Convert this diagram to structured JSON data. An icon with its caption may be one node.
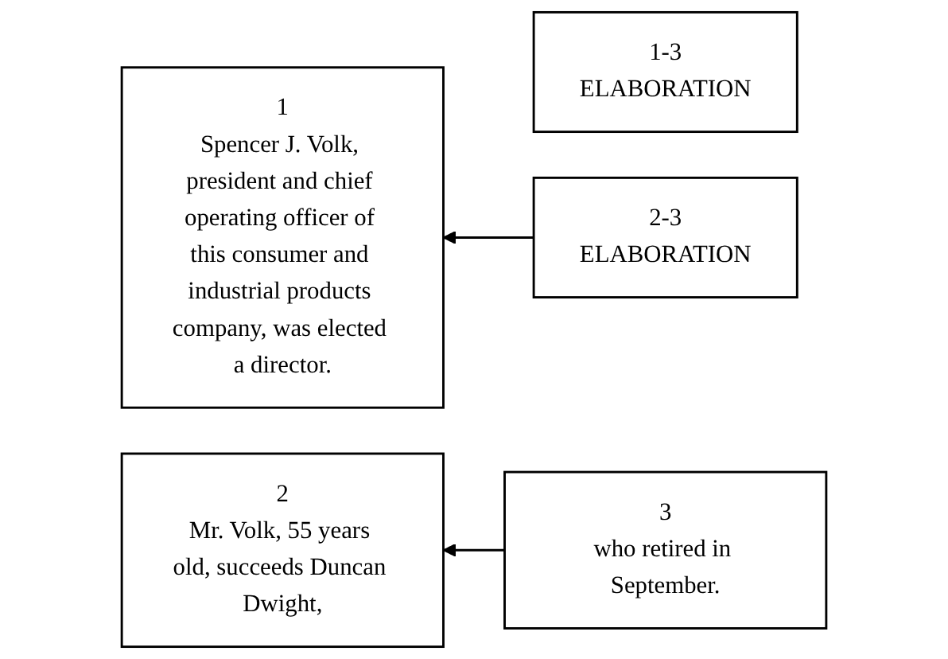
{
  "diagram": {
    "nodes": [
      {
        "text": [
          "1-3",
          "ELABORATION"
        ]
      },
      {
        "text": [
          "1",
          "Spencer J. Volk, president and chief operating officer of this consumer and industrial products company, was elected a director."
        ]
      },
      {
        "text": [
          "2-3",
          "ELABORATION"
        ]
      },
      {
        "text": [
          "2",
          "Mr. Volk, 55 years old, succeeds Duncan Dwight,"
        ]
      },
      {
        "text": [
          "3",
          "who retired in September."
        ]
      }
    ],
    "edges": [
      {
        "from": 2,
        "to": 1,
        "arrow": "to"
      },
      {
        "from": 4,
        "to": 3,
        "arrow": "to"
      }
    ]
  }
}
